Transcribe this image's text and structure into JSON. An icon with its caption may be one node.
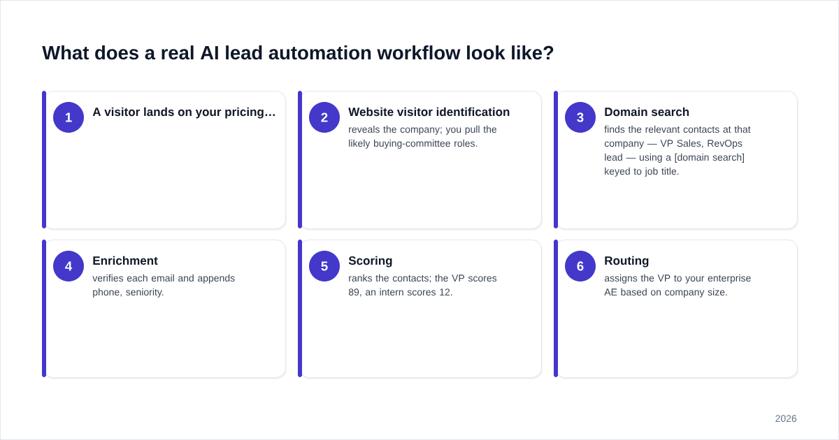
{
  "diagram": {
    "title": "What does a real AI lead automation workflow look like?",
    "nodes": [
      {
        "text": [
          "A visitor lands on your pricing…"
        ]
      },
      {
        "text": [
          "1"
        ],
        "in": 0
      },
      {
        "text": [
          "Website visitor identification",
          "reveals the company; you pull the likely buying-committee roles."
        ]
      },
      {
        "text": [
          "2"
        ],
        "in": 2
      },
      {
        "text": [
          "Domain search",
          "finds the relevant contacts at that company — VP Sales, RevOps lead — using a [domain search] keyed to job title."
        ]
      },
      {
        "text": [
          "3"
        ],
        "in": 4
      },
      {
        "text": [
          "Enrichment",
          "verifies each email and appends phone, seniority."
        ]
      },
      {
        "text": [
          "4"
        ],
        "in": 6
      },
      {
        "text": [
          "Scoring",
          "ranks the contacts; the VP scores 89, an intern scores 12."
        ]
      },
      {
        "text": [
          "5"
        ],
        "in": 8
      },
      {
        "text": [
          "Routing",
          "assigns the VP to your enterprise AE based on company size."
        ]
      },
      {
        "text": [
          "6"
        ],
        "in": 10
      }
    ],
    "labels": [
      "2026"
    ]
  }
}
